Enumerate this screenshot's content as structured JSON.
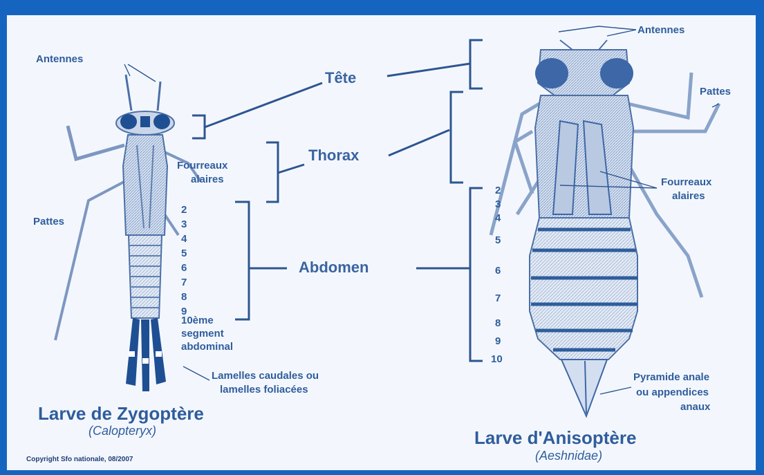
{
  "header": {
    "partial_title": ""
  },
  "labels": {
    "tete": "Tête",
    "thorax": "Thorax",
    "abdomen": "Abdomen"
  },
  "zygoptere": {
    "antennes": "Antennes",
    "pattes": "Pattes",
    "fourreaux_line1": "Fourreaux",
    "fourreaux_line2": "alaires",
    "segments": [
      "2",
      "3",
      "4",
      "5",
      "6",
      "7",
      "8",
      "9"
    ],
    "segment10_line1": "10ème",
    "segment10_line2": "segment",
    "segment10_line3": "abdominal",
    "lamelles_line1": "Lamelles caudales ou",
    "lamelles_line2": "lamelles foliacées",
    "title": "Larve de Zygoptère",
    "genus": "(Calopteryx)"
  },
  "anisoptere": {
    "antennes": "Antennes",
    "pattes": "Pattes",
    "fourreaux_line1": "Fourreaux",
    "fourreaux_line2": "alaires",
    "segments": [
      "2",
      "3",
      "4",
      "5",
      "6",
      "7",
      "8",
      "9",
      "10"
    ],
    "pyramide_line1": "Pyramide anale",
    "pyramide_line2": "ou appendices",
    "pyramide_line3": "anaux",
    "title": "Larve d'Anisoptère",
    "family": "(Aeshnidae)"
  },
  "copyright": "Copyright Sfo nationale, 08/2007",
  "colors": {
    "frame": "#1565c0",
    "background": "#f3f7fd",
    "ink": "#2f5d9c",
    "line": "#2e5590"
  }
}
